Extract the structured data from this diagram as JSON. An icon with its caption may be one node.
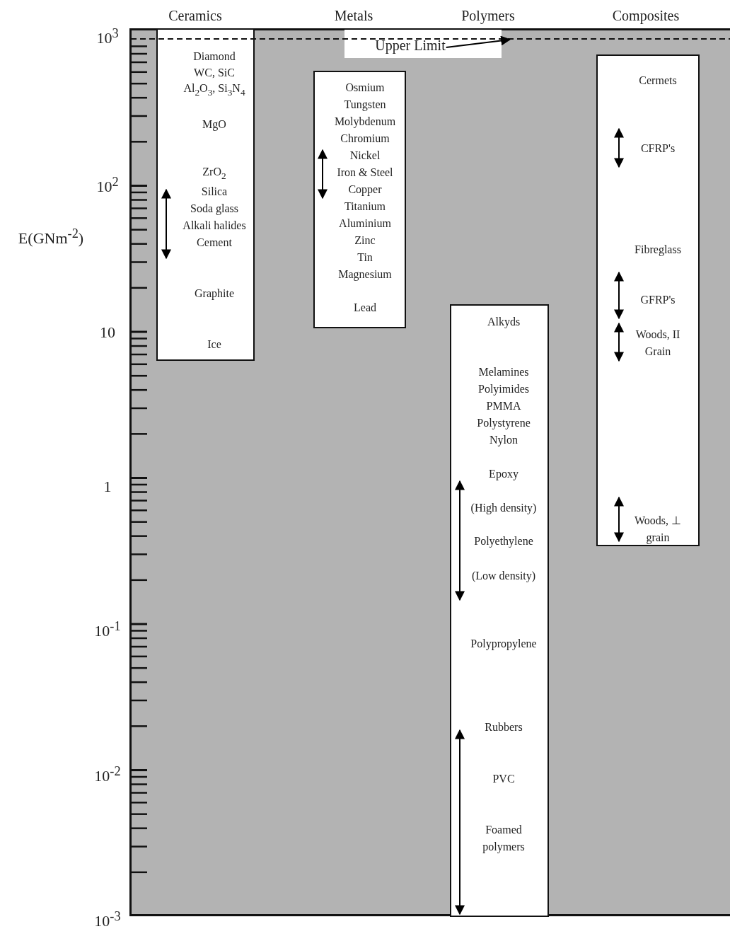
{
  "diagram": {
    "nodes": [
      {
        "text": [
          "Diamond",
          "WC, SiC",
          "Al$_{2}$O$_{3}$, Si$_{3}$N$_{4}$",
          "MgO",
          "ZrO$_{2}$",
          "Silica",
          "Soda glass",
          "Alkali halides",
          "Cement",
          "Graphite",
          "Ice"
        ]
      },
      {
        "text": [
          "Osmium",
          "Tungsten",
          "Molybdenum",
          "Chromium",
          "Nickel",
          "Iron & Steel",
          "Copper",
          "Titanium",
          "Aluminium",
          "Zinc",
          "Tin",
          "Magnesium",
          "Lead"
        ]
      },
      {
        "text": [
          "Alkyds",
          "Melamines",
          "Polyimides",
          "PMMA",
          "Polystyrene",
          "Nylon",
          "Epoxy",
          "(High density)",
          "Polyethylene",
          "(Low density)",
          "Polypropylene",
          "Rubbers",
          "PVC",
          "Foamed polymers"
        ]
      },
      {
        "text": [
          "Cermets",
          "CFRP's",
          "Fibreglass",
          "GFRP's",
          "Woods, II Grain",
          "Woods, ⊥ grain"
        ]
      },
      {
        "text": [
          "Upper Limit"
        ]
      },
      {
        "text": [],
        "shape": "line"
      }
    ],
    "edges": [
      {
        "from": 4,
        "to": 5,
        "arrow": "to"
      }
    ],
    "labels": [
      "Ceramics",
      "Metals",
      "Polymers",
      "Composites",
      "10$^{3}$",
      "10$^{2}$",
      "E(GNm$^{-2}$)",
      "10",
      "1",
      "10$^{-1}$",
      "10$^{-2}$",
      "10$^{-3}$"
    ]
  }
}
